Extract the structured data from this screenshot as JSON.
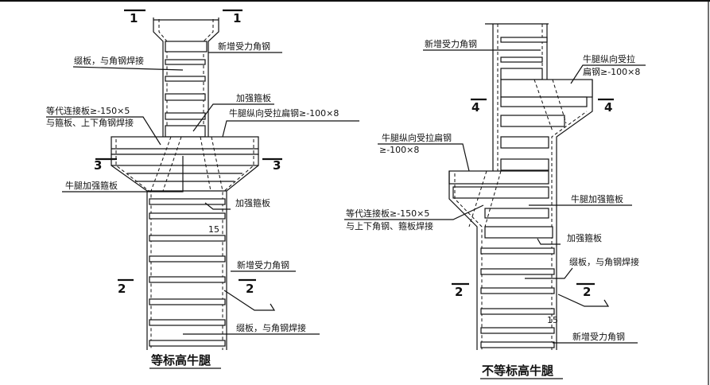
{
  "left": {
    "title": "等标高牛腿",
    "sections": [
      "1",
      "1",
      "3",
      "3",
      "2",
      "2"
    ],
    "labels": {
      "new_angle_top": "新增受力角钢",
      "batten_top": "缀板，与角钢焊接",
      "stiff_hoop_top": "加强箍板",
      "equiv_plate_1": "等代连接板≥-150×5",
      "equiv_plate_2": "与箍板、上下角钢焊接",
      "flat_steel": "牛腿纵向受拉扁钢≥-100×8",
      "corbel_hoop": "牛腿加强箍板",
      "stiff_hoop_bottom": "加强箍板",
      "weld": "15",
      "new_angle_bottom": "新增受力角钢",
      "batten_bottom": "缀板，与角钢焊接"
    }
  },
  "right": {
    "title": "不等标高牛腿",
    "sections": [
      "4",
      "4",
      "2",
      "2"
    ],
    "labels": {
      "new_angle_top": "新增受力角钢",
      "flat_steel_top_1": "牛腿纵向受拉",
      "flat_steel_top_2": "扁钢≥-100×8",
      "flat_steel_low_1": "牛腿纵向受拉扁钢",
      "flat_steel_low_2": "≥-100×8",
      "corbel_hoop": "牛腿加强箍板",
      "equiv_plate_1": "等代连接板≥-150×5",
      "equiv_plate_2": "与上下角钢、箍板焊接",
      "stiff_hoop": "加强箍板",
      "batten": "缀板，与角钢焊接",
      "weld": "15",
      "new_angle_bottom": "新增受力角钢"
    }
  }
}
